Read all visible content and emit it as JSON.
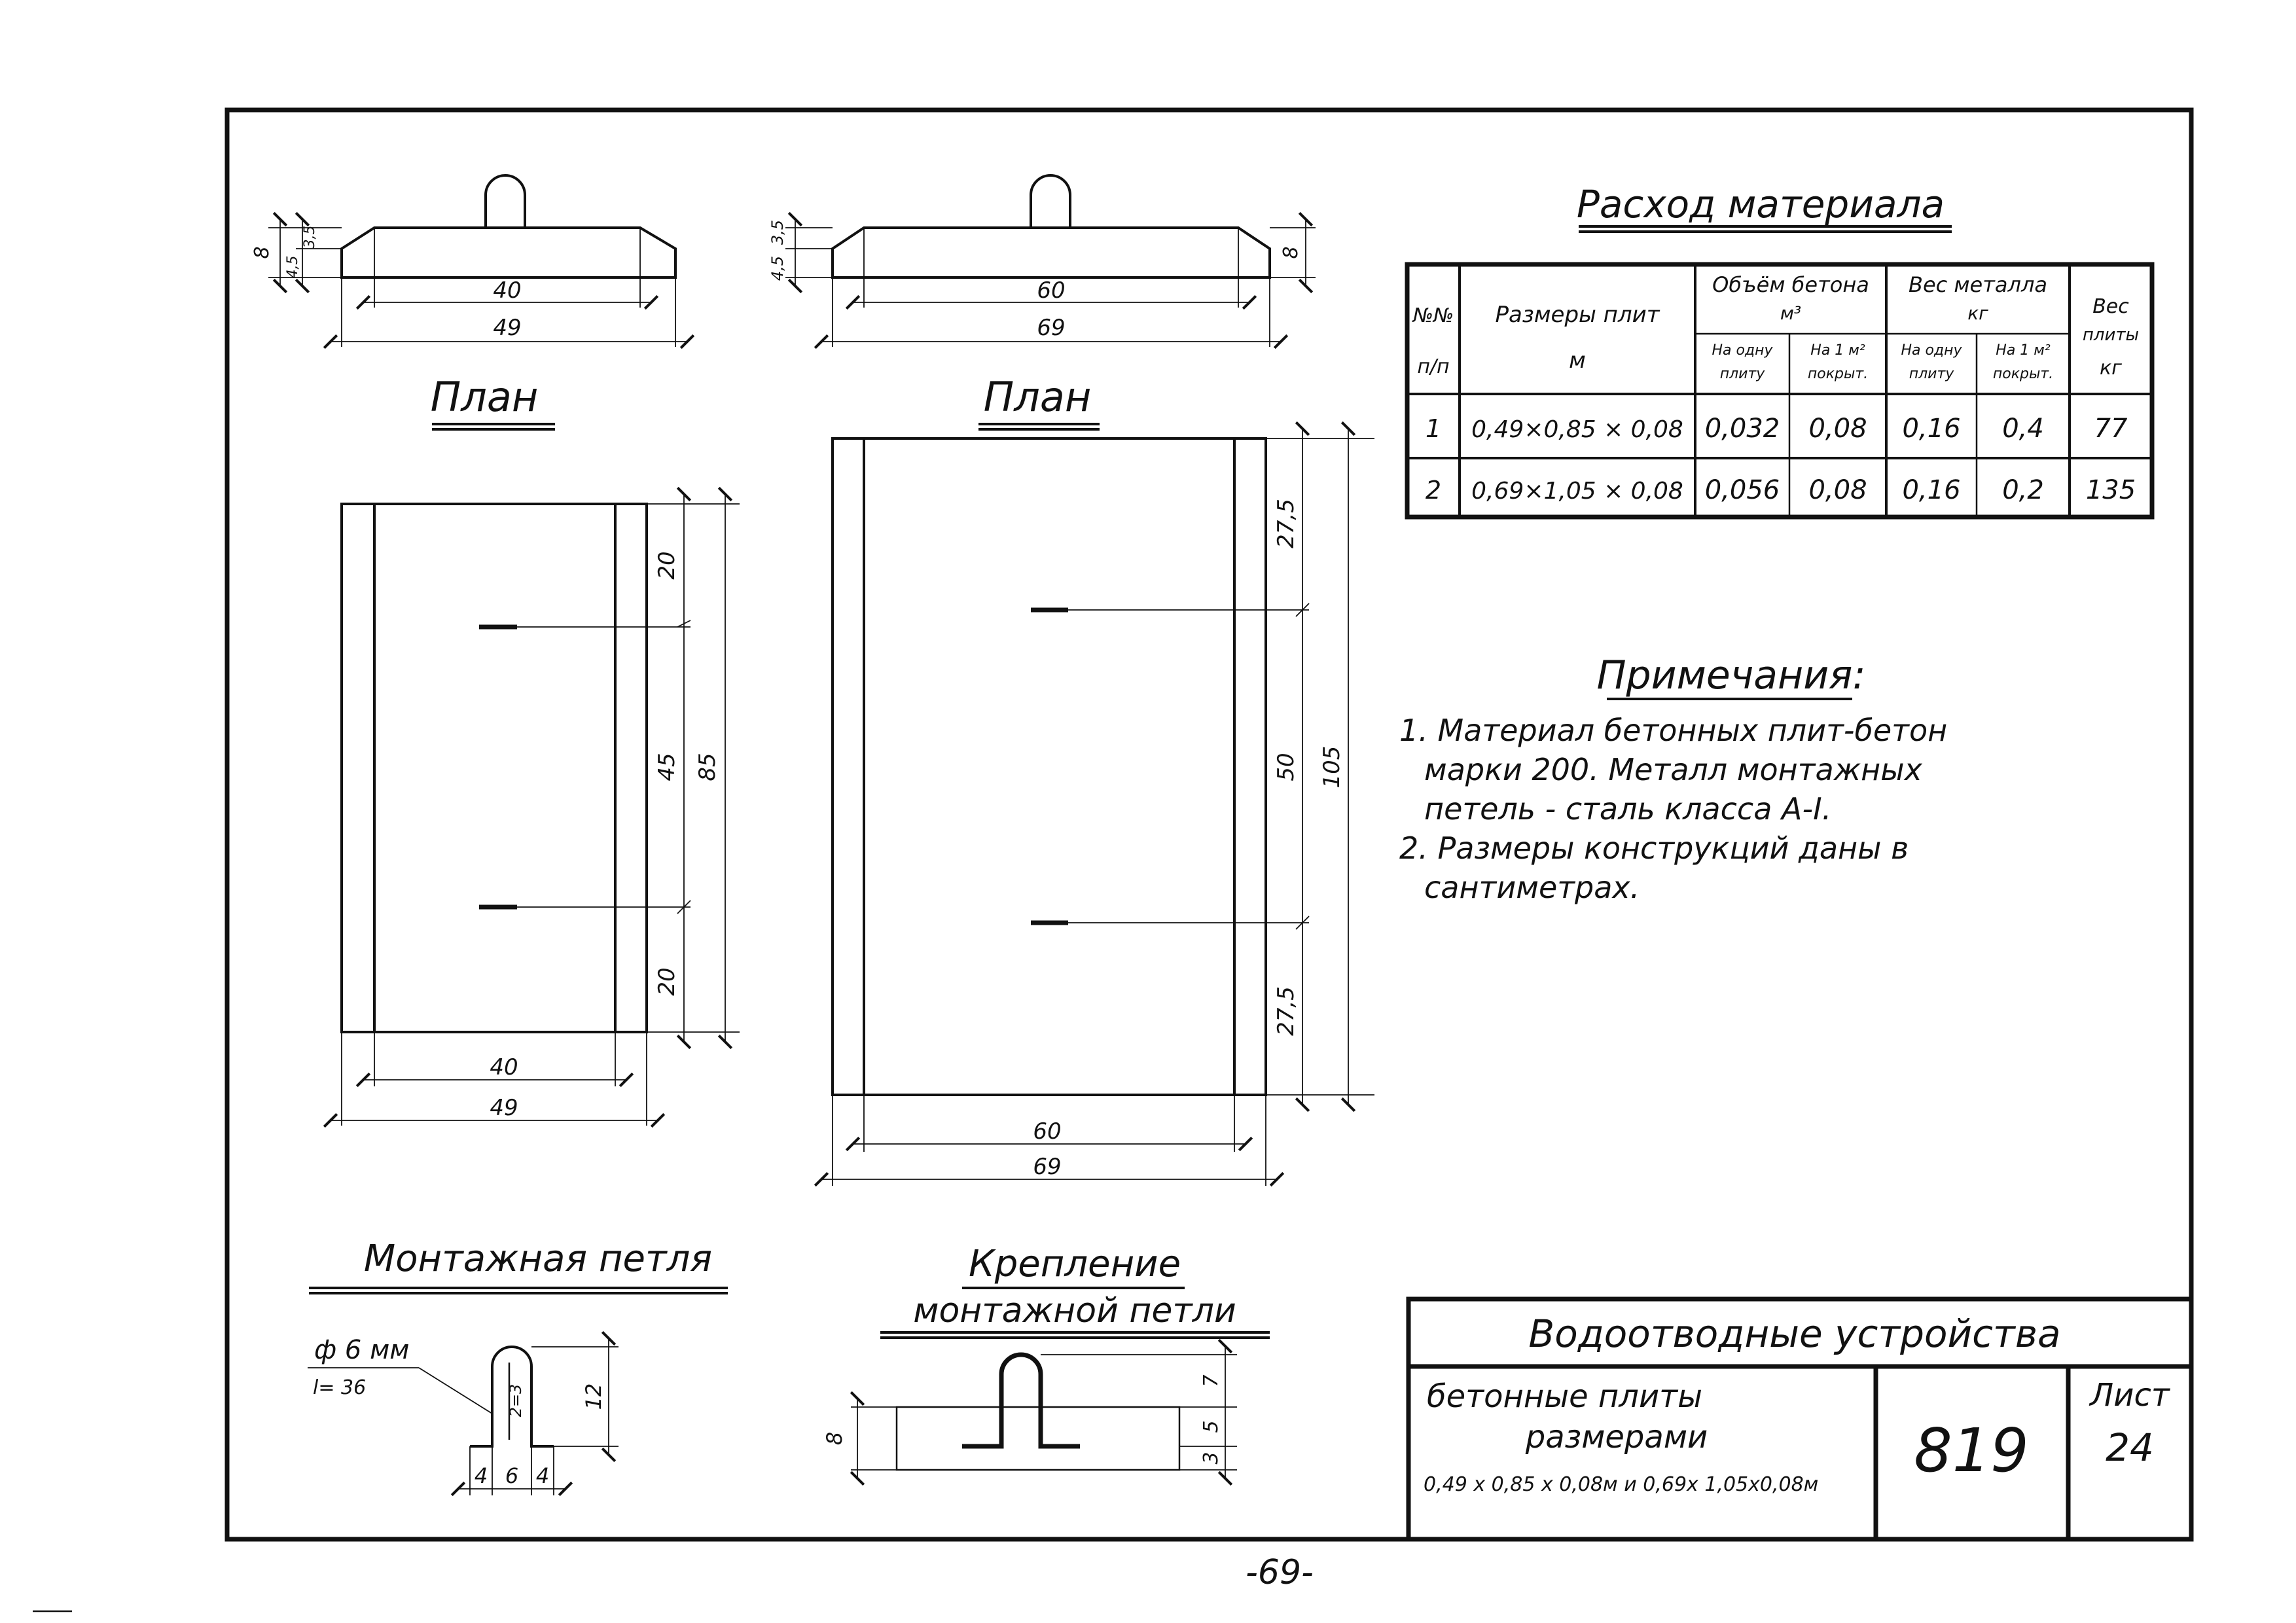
{
  "page_number": "-69-",
  "drawing_1": {
    "plan_title": "План",
    "section_dims": {
      "height": "8",
      "d1": "4,5",
      "d2": "3,5",
      "inner_width": "40",
      "outer_width": "49"
    },
    "plan_dims": {
      "inner_width": "40",
      "outer_width": "49",
      "seg_top": "20",
      "seg_mid": "45",
      "seg_bottom": "20",
      "total": "85"
    }
  },
  "drawing_2": {
    "plan_title": "План",
    "section_dims": {
      "height": "8",
      "d1": "4,5",
      "d2": "3,5",
      "inner_width": "60",
      "outer_width": "69"
    },
    "plan_dims": {
      "inner_width": "60",
      "outer_width": "69",
      "seg_top": "27,5",
      "seg_mid": "50",
      "seg_bottom": "27,5",
      "total": "105"
    }
  },
  "material_table": {
    "title": "Расход материала",
    "headers": {
      "num_line1": "№№",
      "num_line2": "п/п",
      "size_line1": "Размеры плит",
      "size_line2": "м",
      "concrete_line1": "Объём бетона",
      "concrete_line2": "м³",
      "metal_line1": "Вес металла",
      "metal_line2": "кг",
      "weight_line1": "Вес",
      "weight_line2": "плиты",
      "weight_line3": "кг",
      "per_slab_1": "На одну",
      "per_slab_2": "плиту",
      "per_m2_1": "На 1 м²",
      "per_m2_2": "покрыт.",
      "per_slab_m_1": "На одну",
      "per_slab_m_2": "плиту",
      "per_m2_m_1": "На 1 м²",
      "per_m2_m_2": "покрыт."
    },
    "rows": [
      {
        "n": "1",
        "size": "0,49×0,85 × 0,08",
        "c1": "0,032",
        "c2": "0,08",
        "m1": "0,16",
        "m2": "0,4",
        "w": "77"
      },
      {
        "n": "2",
        "size": "0,69×1,05 × 0,08",
        "c1": "0,056",
        "c2": "0,08",
        "m1": "0,16",
        "m2": "0,2",
        "w": "135"
      }
    ]
  },
  "notes": {
    "title": "Примечания:",
    "lines": [
      "1. Материал  бетонных  плит-бетон",
      "марки 200. Металл монтажных",
      "петель - сталь  класса  А-I.",
      "2. Размеры  конструкций даны в",
      "сантиметрах."
    ]
  },
  "loop_detail": {
    "title": "Монтажная  петля",
    "diameter": "ф 6 мм",
    "length": "l= 36",
    "radius": "2=3",
    "height": "12",
    "dims": [
      "4",
      "6",
      "4"
    ]
  },
  "fixing_detail": {
    "title_line1": "Крепление",
    "title_line2": "монтажной петли",
    "height": "8",
    "dims": [
      "7",
      "5",
      "3"
    ]
  },
  "title_block": {
    "project": "Водоотводные  устройства",
    "desc_line1": "бетонные      плиты",
    "desc_line2": "размерами",
    "desc_line3": "0,49 x 0,85 x 0,08м и 0,69x 1,05x0,08м",
    "number": "819",
    "sheet_label": "Лист",
    "sheet_number": "24"
  }
}
